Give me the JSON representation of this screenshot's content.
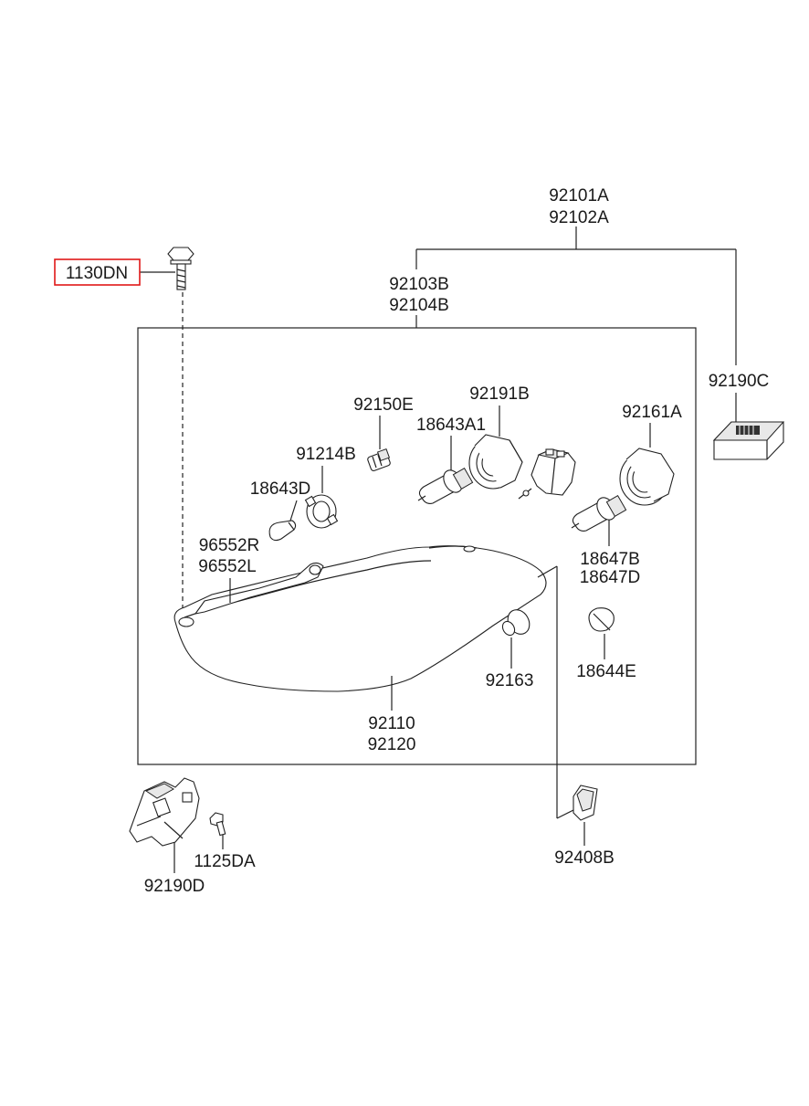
{
  "labels": {
    "p92101A": "92101A",
    "p92102A": "92102A",
    "p92103B": "92103B",
    "p92104B": "92104B",
    "p1130DN": "1130DN",
    "p92190C": "92190C",
    "p92150E": "92150E",
    "p92191B": "92191B",
    "p18643A1": "18643A1",
    "p91214B": "91214B",
    "p92161A": "92161A",
    "p18643D": "18643D",
    "p96552R": "96552R",
    "p96552L": "96552L",
    "p18647B": "18647B",
    "p18647D": "18647D",
    "p92163": "92163",
    "p18644E": "18644E",
    "p92110": "92110",
    "p92120": "92120",
    "p1125DA": "1125DA",
    "p92190D": "92190D",
    "p92408B": "92408B"
  },
  "highlight": {
    "part": "1130DN",
    "color": "#e01818"
  }
}
